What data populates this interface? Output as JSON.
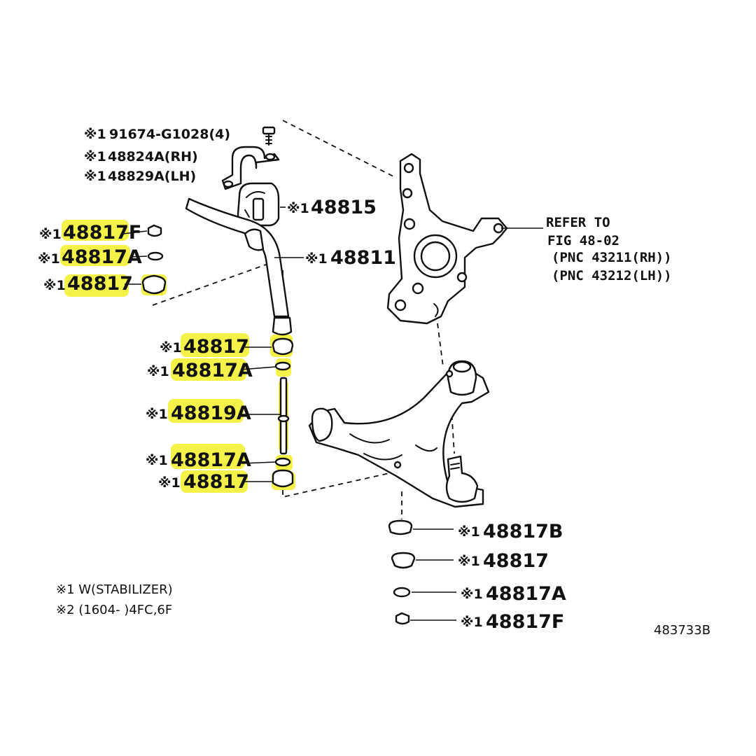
{
  "colors": {
    "highlight": "#f2ee29",
    "ink": "#111111",
    "background": "#ffffff"
  },
  "mark": "※1",
  "labels": {
    "bolt": "91674-G1028(4)",
    "bracket_rh": "48824A(RH)",
    "bracket_lh": "48829A(LH)",
    "bushing": "48815",
    "bar": "48811",
    "nut_top_left": "48817F",
    "washer_top_left": "48817A",
    "cushion_top_left": "48817",
    "cushion_upper": "48817",
    "retainer_upper": "48817A",
    "link": "48819A",
    "retainer_lower": "48817A",
    "cushion_lower": "48817",
    "cushion_b": "48817B",
    "cushion_right": "48817",
    "retainer_right": "48817A",
    "nut_right": "48817F"
  },
  "refer": {
    "line1": "REFER TO",
    "line2": "FIG 48-02",
    "line3": "(PNC 43211(RH))",
    "line4": "(PNC 43212(LH))"
  },
  "notes": {
    "note1": "※1 W(STABILIZER)",
    "note2": "※2 (1604-      )4FC,6F"
  },
  "figure_code": "483733B"
}
